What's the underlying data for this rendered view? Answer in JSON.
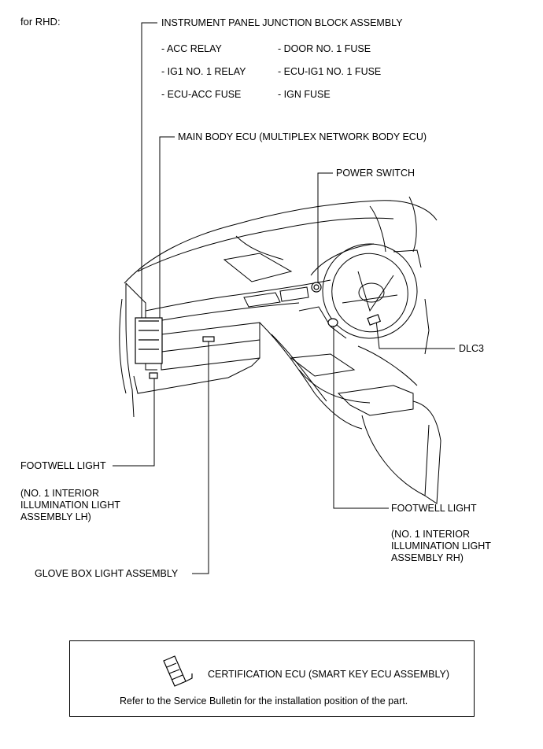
{
  "header": {
    "variant_label": "for RHD:"
  },
  "callouts": {
    "junction_block": {
      "title": "INSTRUMENT PANEL JUNCTION BLOCK ASSEMBLY",
      "items_left": [
        "- ACC RELAY",
        "- IG1 NO. 1 RELAY",
        "- ECU-ACC FUSE"
      ],
      "items_right": [
        "- DOOR NO. 1 FUSE",
        "- ECU-IG1 NO. 1 FUSE",
        "- IGN FUSE"
      ]
    },
    "main_body_ecu": "MAIN BODY ECU (MULTIPLEX NETWORK BODY ECU)",
    "power_switch": "POWER SWITCH",
    "dlc3": "DLC3",
    "footwell_lh": {
      "title": "FOOTWELL LIGHT",
      "subtitle_lines": [
        "(NO. 1 INTERIOR",
        "ILLUMINATION LIGHT",
        "ASSEMBLY LH)"
      ]
    },
    "footwell_rh": {
      "title": "FOOTWELL LIGHT",
      "subtitle_lines": [
        "(NO. 1 INTERIOR",
        "ILLUMINATION LIGHT",
        "ASSEMBLY RH)"
      ]
    },
    "glove_box": "GLOVE BOX LIGHT ASSEMBLY"
  },
  "legend": {
    "certification_ecu": "CERTIFICATION ECU (SMART KEY ECU ASSEMBLY)",
    "note": "Refer to the Service Bulletin for the installation position of the part."
  }
}
